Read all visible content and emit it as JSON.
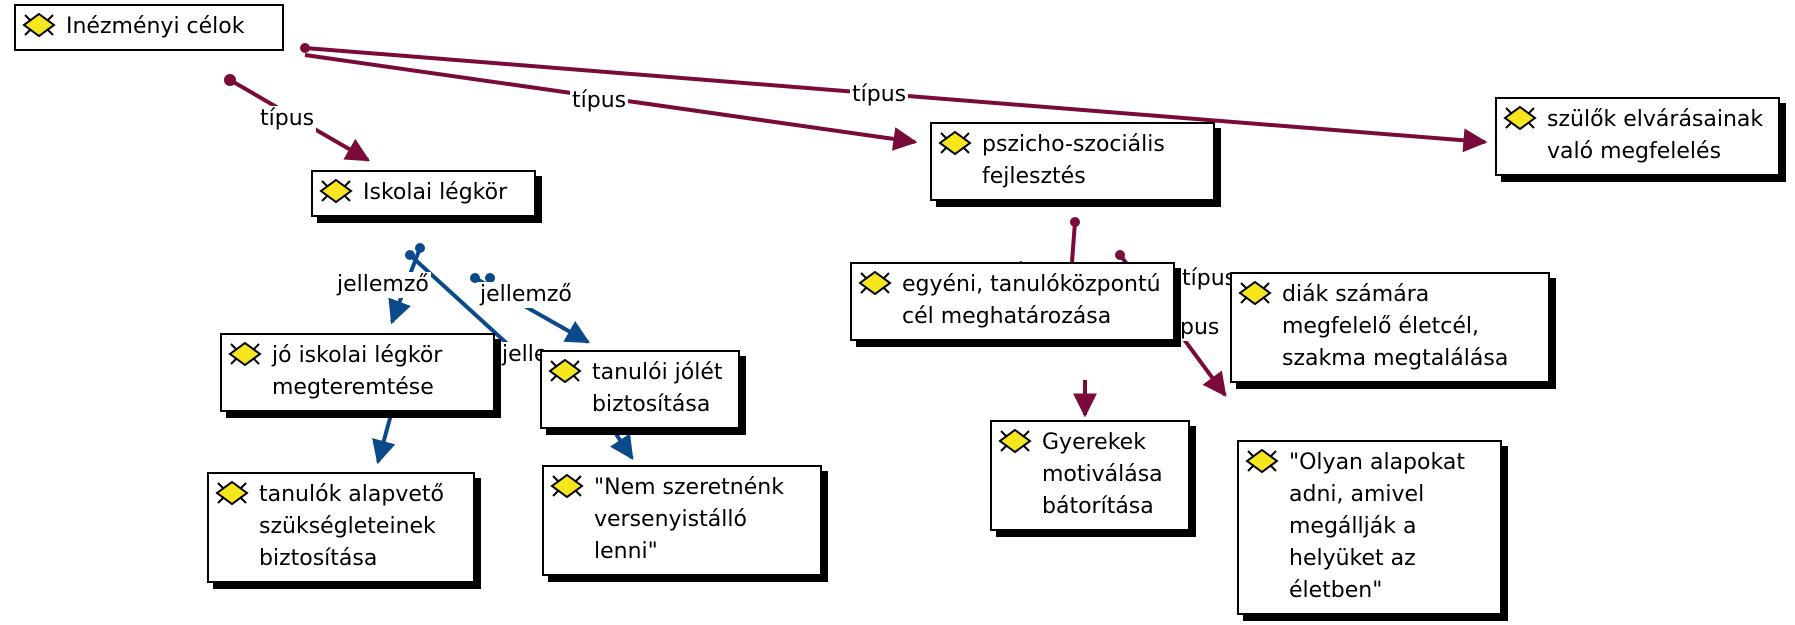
{
  "colors": {
    "tipus_link": "#7a0a3a",
    "jellemzo_link": "#0a4a8a",
    "icon_fill": "#f5e61e"
  },
  "nodes": {
    "n0": "Inézményi célok",
    "n1": "Iskolai légkör",
    "n2": "pszicho-szociális fejlesztés",
    "n3": "szülők elvárásainak való megfelelés",
    "n4": "jó iskolai légkör megteremtése",
    "n5": "tanulói jólét biztosítása",
    "n6": "tanulók alapvető szükségleteinek biztosítása",
    "n7": "\"Nem szeretnénk versenyistálló lenni\"",
    "n8": "egyéni, tanulóközpontú cél meghatározása",
    "n9": "diák számára megfelelő életcél, szakma megtalálása",
    "n10": "Gyerekek motiválása bátorítása",
    "n11": "\"Olyan alapokat adni, amivel megállják a helyüket az életben\""
  },
  "labels": {
    "tipus": "típus",
    "jellemzo": "jellemző",
    "jelle_fragment": "jelle",
    "pus_fragment": "pus"
  }
}
